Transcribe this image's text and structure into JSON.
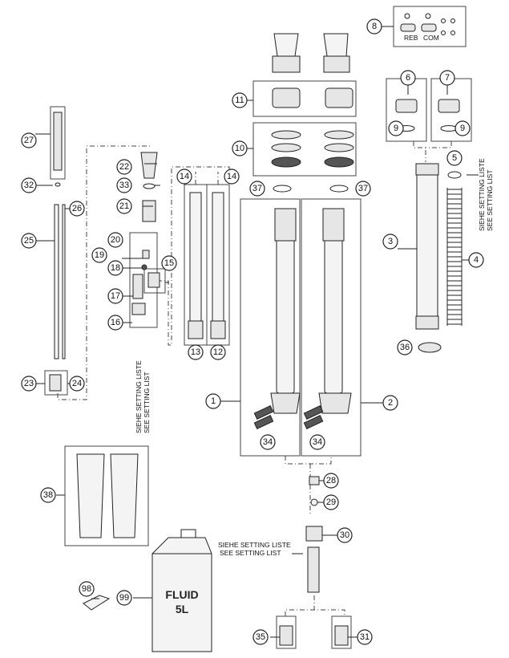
{
  "callouts": [
    {
      "id": "c1",
      "text": "1"
    },
    {
      "id": "c2",
      "text": "2"
    },
    {
      "id": "c3",
      "text": "3"
    },
    {
      "id": "c4",
      "text": "4"
    },
    {
      "id": "c5",
      "text": "5"
    },
    {
      "id": "c6",
      "text": "6"
    },
    {
      "id": "c7",
      "text": "7"
    },
    {
      "id": "c8",
      "text": "8"
    },
    {
      "id": "c9a",
      "text": "9"
    },
    {
      "id": "c9b",
      "text": "9"
    },
    {
      "id": "c10",
      "text": "10"
    },
    {
      "id": "c11",
      "text": "11"
    },
    {
      "id": "c12",
      "text": "12"
    },
    {
      "id": "c13",
      "text": "13"
    },
    {
      "id": "c14a",
      "text": "14"
    },
    {
      "id": "c14b",
      "text": "14"
    },
    {
      "id": "c15",
      "text": "15"
    },
    {
      "id": "c16",
      "text": "16"
    },
    {
      "id": "c17",
      "text": "17"
    },
    {
      "id": "c18",
      "text": "18"
    },
    {
      "id": "c19",
      "text": "19"
    },
    {
      "id": "c20",
      "text": "20"
    },
    {
      "id": "c21",
      "text": "21"
    },
    {
      "id": "c22",
      "text": "22"
    },
    {
      "id": "c23",
      "text": "23"
    },
    {
      "id": "c24",
      "text": "24"
    },
    {
      "id": "c25",
      "text": "25"
    },
    {
      "id": "c26",
      "text": "26"
    },
    {
      "id": "c27",
      "text": "27"
    },
    {
      "id": "c28",
      "text": "28"
    },
    {
      "id": "c29",
      "text": "29"
    },
    {
      "id": "c30",
      "text": "30"
    },
    {
      "id": "c31",
      "text": "31"
    },
    {
      "id": "c32",
      "text": "32"
    },
    {
      "id": "c33",
      "text": "33"
    },
    {
      "id": "c34a",
      "text": "34"
    },
    {
      "id": "c34b",
      "text": "34"
    },
    {
      "id": "c35",
      "text": "35"
    },
    {
      "id": "c36",
      "text": "36"
    },
    {
      "id": "c37a",
      "text": "37"
    },
    {
      "id": "c37b",
      "text": "37"
    },
    {
      "id": "c38",
      "text": "38"
    },
    {
      "id": "c98",
      "text": "98"
    },
    {
      "id": "c99",
      "text": "99"
    }
  ],
  "notes": {
    "setting_list_de": "SIEHE SETTING LISTE",
    "setting_list_en": "SEE SETTING LIST"
  },
  "labels": {
    "reb": "REB",
    "com": "COM",
    "fluid": "FLUID",
    "fluid_volume": "5L"
  }
}
